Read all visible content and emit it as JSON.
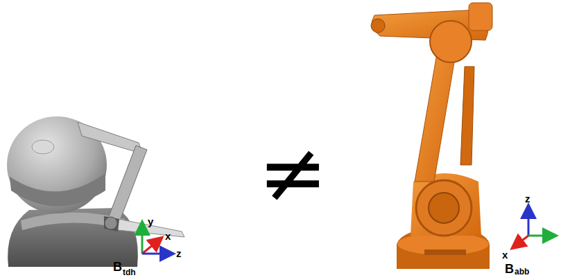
{
  "diagram": {
    "labels": [
      "y",
      "x",
      "z",
      "B",
      "tdh",
      "≠",
      "z",
      "x",
      "B",
      "abb"
    ]
  }
}
